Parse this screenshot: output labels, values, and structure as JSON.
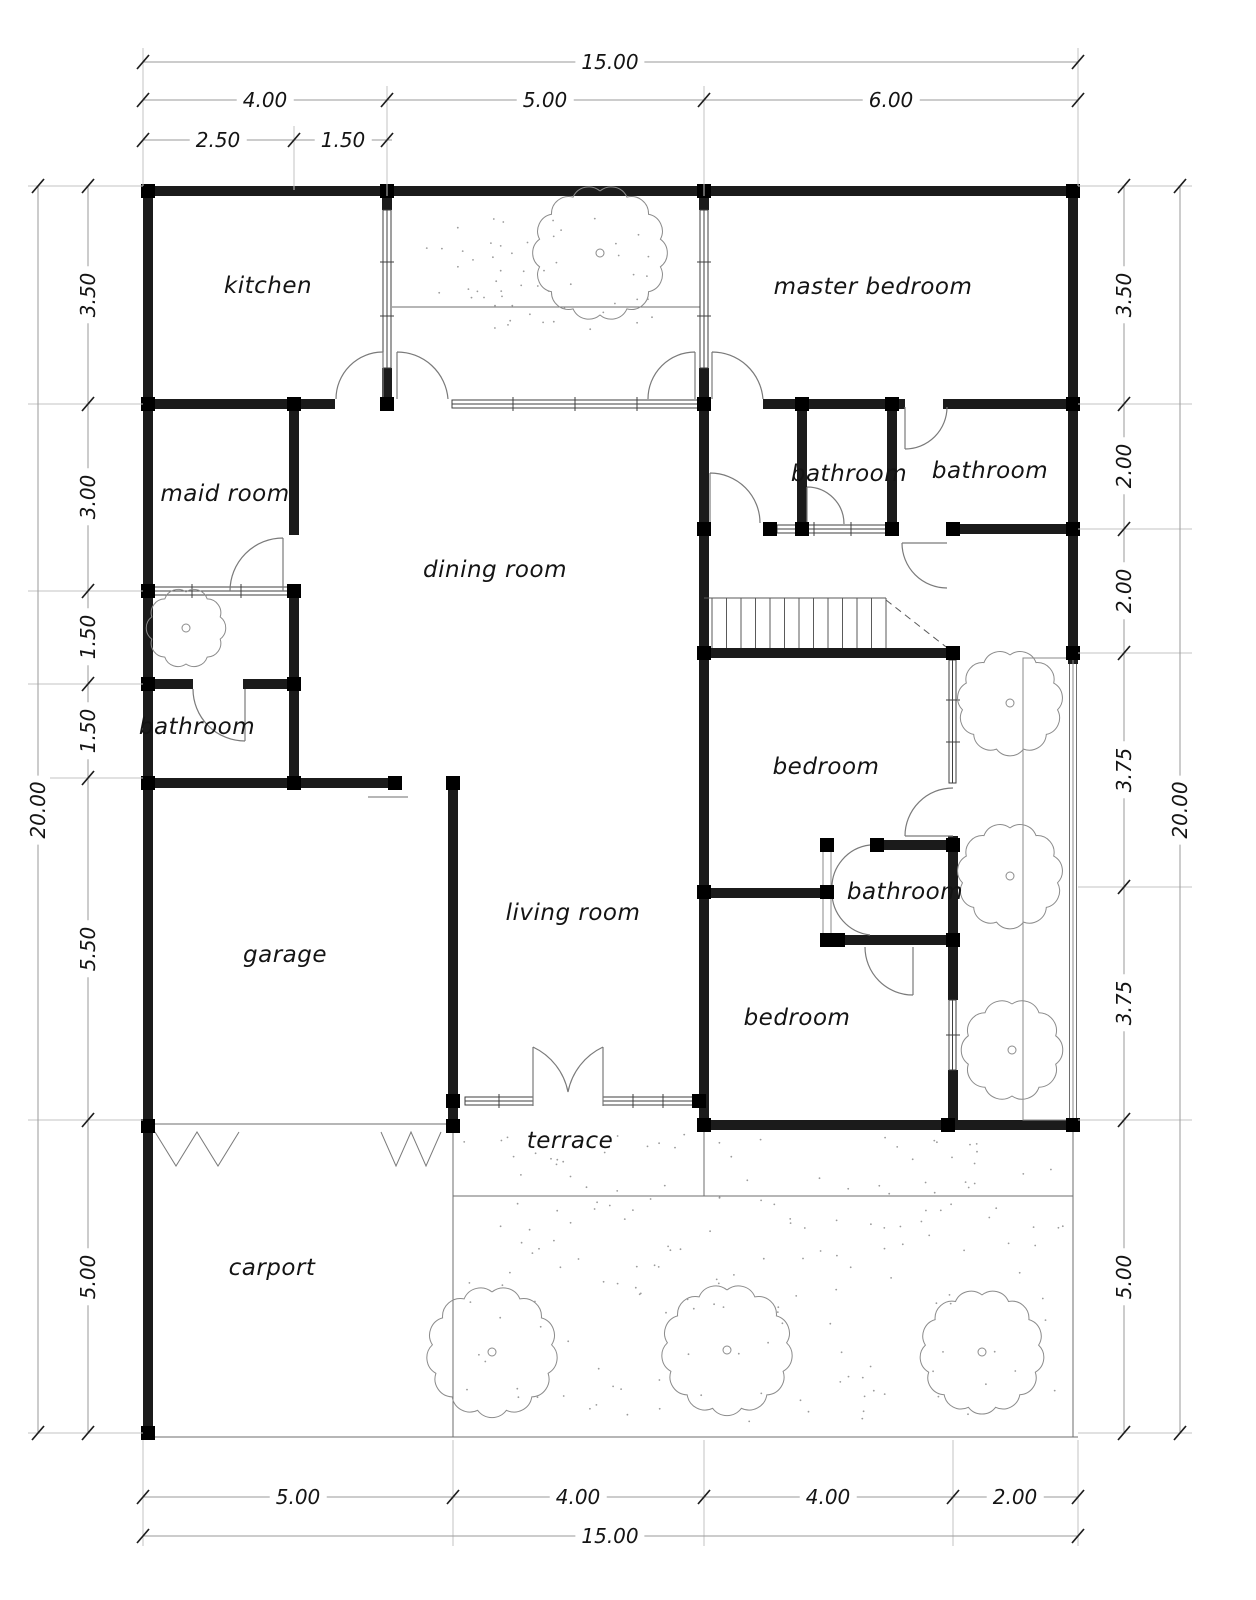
{
  "rooms": {
    "kitchen": "kitchen",
    "master_bedroom": "master bedroom",
    "maid_room": "maid room",
    "dining_room": "dining room",
    "bathroom_maid": "bathroom",
    "bathroom_ensuite": "bathroom",
    "bathroom_master": "bathroom",
    "bedroom_upper": "bedroom",
    "bathroom_middle": "bathroom",
    "bedroom_lower": "bedroom",
    "garage": "garage",
    "living_room": "living room",
    "terrace": "terrace",
    "carport": "carport"
  },
  "dims": {
    "top": {
      "total": "15.00",
      "segments": [
        "4.00",
        "5.00",
        "6.00"
      ],
      "sub": [
        "2.50",
        "1.50"
      ]
    },
    "bottom": {
      "total": "15.00",
      "segments": [
        "5.00",
        "4.00",
        "4.00",
        "2.00"
      ]
    },
    "left": {
      "total": "20.00",
      "segments": [
        "3.50",
        "3.00",
        "1.50",
        "1.50",
        "5.50",
        "5.00"
      ]
    },
    "right": {
      "total": "20.00",
      "segments": [
        "3.50",
        "2.00",
        "2.00",
        "3.75",
        "3.75",
        "5.00"
      ]
    }
  }
}
